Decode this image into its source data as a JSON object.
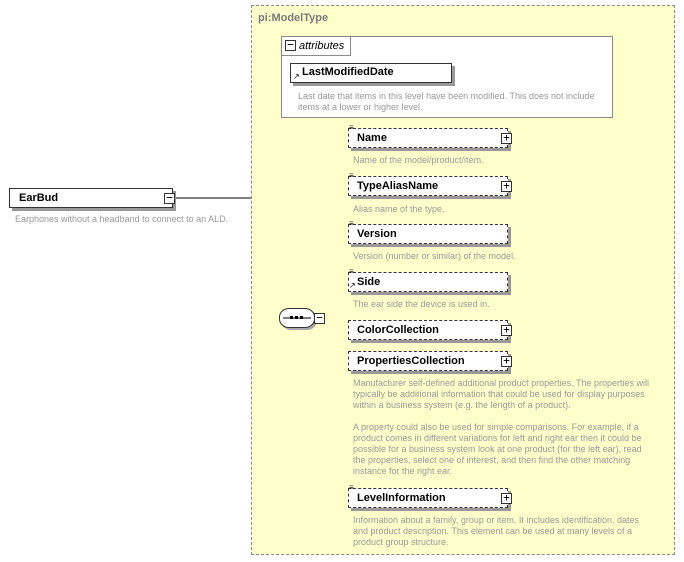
{
  "root": {
    "name": "EarBud",
    "description": "Earphones without a headband to connect to an ALD."
  },
  "model_type": {
    "label": "pi:ModelType",
    "attributes": {
      "title": "attributes",
      "item_name": "LastModifiedDate",
      "item_description": "Last date that items in this level have been modified. This does not include\nitems at a lower or higher level."
    },
    "elements": [
      {
        "name": "Name",
        "description": "Name of the model/product/item."
      },
      {
        "name": "TypeAliasName",
        "description": "Alias name of the type."
      },
      {
        "name": "Version",
        "description": "Version (number or similar) of the model."
      },
      {
        "name": "Side",
        "description": "The ear side the device is used in."
      },
      {
        "name": "ColorCollection",
        "description": ""
      },
      {
        "name": "PropertiesCollection",
        "description": "Manufacturer self-defined additional product properties.  The properties will\ntypically be additional information that could be used for display purposes\nwithin a business system (e.g. the length of a product).\n\nA property could also be used for simple comparisons.  For example, if a\nproduct comes in different variations for left and right ear then it could be\npossible for a business system look at one product (for the left ear), read\nthe properties, select one of interest, and then find the other matching\ninstance for the right ear."
      },
      {
        "name": "LevelInformation",
        "description": "Information about a family, group or item. It includes identification, dates\nand product description. This element can be used at many levels of a\nproduct group structure."
      }
    ]
  },
  "icons": {
    "expand": "plus-box-icon",
    "collapse": "minus-box-icon",
    "sequence": "sequence-compositor-icon",
    "element": "element-lines-icon",
    "attribute": "attribute-arrow-icon"
  }
}
